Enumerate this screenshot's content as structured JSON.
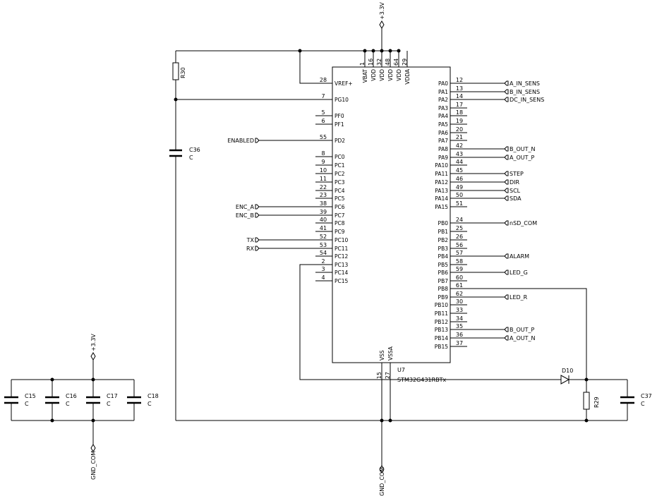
{
  "ic": {
    "ref": "U7",
    "value": "STM32G431RBTx",
    "top_pins": [
      {
        "num": "1",
        "name": "VBAT"
      },
      {
        "num": "16",
        "name": "VDD"
      },
      {
        "num": "32",
        "name": "VDD"
      },
      {
        "num": "48",
        "name": "VDD"
      },
      {
        "num": "64",
        "name": "VDD"
      },
      {
        "num": "29",
        "name": "VDDA"
      }
    ],
    "bottom_pins": [
      {
        "num": "15",
        "name": "VSS"
      },
      {
        "num": "27",
        "name": "VSSA"
      }
    ],
    "left_pins": [
      {
        "num": "28",
        "name": "VREF+"
      },
      {
        "num": "7",
        "name": "PG10"
      },
      {
        "num": "5",
        "name": "PF0"
      },
      {
        "num": "6",
        "name": "PF1"
      },
      {
        "num": "55",
        "name": "PD2"
      },
      {
        "num": "8",
        "name": "PC0"
      },
      {
        "num": "9",
        "name": "PC1"
      },
      {
        "num": "10",
        "name": "PC2"
      },
      {
        "num": "11",
        "name": "PC3"
      },
      {
        "num": "22",
        "name": "PC4"
      },
      {
        "num": "23",
        "name": "PC5"
      },
      {
        "num": "38",
        "name": "PC6"
      },
      {
        "num": "39",
        "name": "PC7"
      },
      {
        "num": "40",
        "name": "PC8"
      },
      {
        "num": "41",
        "name": "PC9"
      },
      {
        "num": "52",
        "name": "PC10"
      },
      {
        "num": "53",
        "name": "PC11"
      },
      {
        "num": "54",
        "name": "PC12"
      },
      {
        "num": "2",
        "name": "PC13"
      },
      {
        "num": "3",
        "name": "PC14"
      },
      {
        "num": "4",
        "name": "PC15"
      }
    ],
    "right_pins": [
      {
        "num": "12",
        "name": "PA0"
      },
      {
        "num": "13",
        "name": "PA1"
      },
      {
        "num": "14",
        "name": "PA2"
      },
      {
        "num": "17",
        "name": "PA3"
      },
      {
        "num": "18",
        "name": "PA4"
      },
      {
        "num": "19",
        "name": "PA5"
      },
      {
        "num": "20",
        "name": "PA6"
      },
      {
        "num": "21",
        "name": "PA7"
      },
      {
        "num": "42",
        "name": "PA8"
      },
      {
        "num": "43",
        "name": "PA9"
      },
      {
        "num": "44",
        "name": "PA10"
      },
      {
        "num": "45",
        "name": "PA11"
      },
      {
        "num": "46",
        "name": "PA12"
      },
      {
        "num": "49",
        "name": "PA13"
      },
      {
        "num": "50",
        "name": "PA14"
      },
      {
        "num": "51",
        "name": "PA15"
      },
      {
        "num": "24",
        "name": "PB0"
      },
      {
        "num": "25",
        "name": "PB1"
      },
      {
        "num": "26",
        "name": "PB2"
      },
      {
        "num": "56",
        "name": "PB3"
      },
      {
        "num": "57",
        "name": "PB4"
      },
      {
        "num": "58",
        "name": "PB5"
      },
      {
        "num": "59",
        "name": "PB6"
      },
      {
        "num": "60",
        "name": "PB7"
      },
      {
        "num": "61",
        "name": "PB8"
      },
      {
        "num": "62",
        "name": "PB9"
      },
      {
        "num": "30",
        "name": "PB10"
      },
      {
        "num": "33",
        "name": "PB11"
      },
      {
        "num": "34",
        "name": "PB12"
      },
      {
        "num": "35",
        "name": "PB13"
      },
      {
        "num": "36",
        "name": "PB14"
      },
      {
        "num": "37",
        "name": "PB15"
      }
    ]
  },
  "right_labels": [
    {
      "pin": "PA0",
      "text": "A_IN_SENS"
    },
    {
      "pin": "PA1",
      "text": "B_IN_SENS"
    },
    {
      "pin": "PA2",
      "text": "DC_IN_SENS"
    },
    {
      "pin": "PA8",
      "text": "B_OUT_N"
    },
    {
      "pin": "PA9",
      "text": "A_OUT_P"
    },
    {
      "pin": "PA11",
      "text": "STEP"
    },
    {
      "pin": "PA12",
      "text": "DIR"
    },
    {
      "pin": "PA13",
      "text": "SCL"
    },
    {
      "pin": "PA14",
      "text": "SDA"
    },
    {
      "pin": "PB0",
      "text": "nSD_COM"
    },
    {
      "pin": "PB4",
      "text": "ALARM"
    },
    {
      "pin": "PB6",
      "text": "LED_G"
    },
    {
      "pin": "PB9",
      "text": "LED_R"
    },
    {
      "pin": "PB13",
      "text": "B_OUT_P"
    },
    {
      "pin": "PB14",
      "text": "A_OUT_N"
    }
  ],
  "left_labels": [
    {
      "pin": "PD2",
      "text": "ENABLED"
    },
    {
      "pin": "PC6",
      "text": "ENC_A"
    },
    {
      "pin": "PC7",
      "text": "ENC_B"
    },
    {
      "pin": "PC10",
      "text": "TX"
    },
    {
      "pin": "PC11",
      "text": "RX"
    }
  ],
  "power": {
    "vcc_main": "+3.3V",
    "vcc_decoupling": "+3.3V",
    "gnd_main": "GND_COM",
    "gnd_decoupling": "GND_COM"
  },
  "components": {
    "r30": {
      "ref": "R30"
    },
    "r29": {
      "ref": "R29"
    },
    "d10": {
      "ref": "D10"
    },
    "c36": {
      "ref": "C36",
      "value": "C"
    },
    "c37": {
      "ref": "C37",
      "value": "C"
    },
    "c15": {
      "ref": "C15",
      "value": "C"
    },
    "c16": {
      "ref": "C16",
      "value": "C"
    },
    "c17": {
      "ref": "C17",
      "value": "C"
    },
    "c18": {
      "ref": "C18",
      "value": "C"
    }
  }
}
